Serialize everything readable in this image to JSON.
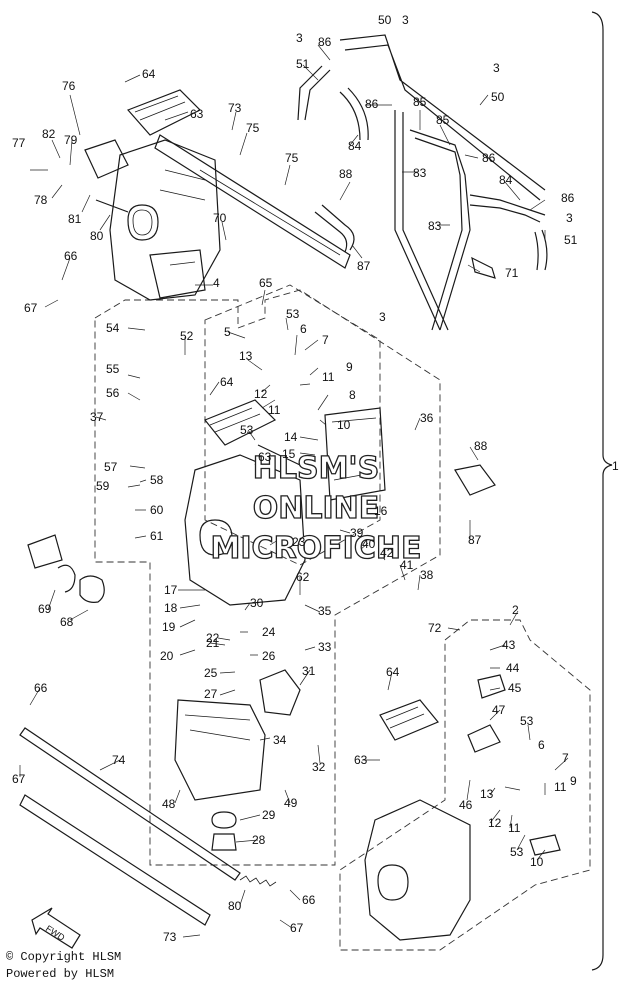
{
  "watermark": {
    "lines": [
      "HLSM'S",
      "ONLINE",
      "MICROFICHE"
    ]
  },
  "footer": {
    "copyright": "© Copyright HLSM",
    "powered": "Powered by HLSM"
  },
  "fwd_label": "FWD",
  "bracket_label": "1",
  "callouts": [
    {
      "id": "c64a",
      "text": "64"
    },
    {
      "id": "c76",
      "text": "76"
    },
    {
      "id": "c63a",
      "text": "63"
    },
    {
      "id": "c73a",
      "text": "73"
    },
    {
      "id": "c75a",
      "text": "75"
    },
    {
      "id": "c77",
      "text": "77"
    },
    {
      "id": "c82",
      "text": "82"
    },
    {
      "id": "c79",
      "text": "79"
    },
    {
      "id": "c78",
      "text": "78"
    },
    {
      "id": "c81",
      "text": "81"
    },
    {
      "id": "c80a",
      "text": "80"
    },
    {
      "id": "c70",
      "text": "70"
    },
    {
      "id": "c75b",
      "text": "75"
    },
    {
      "id": "c66a",
      "text": "66"
    },
    {
      "id": "c4",
      "text": "4"
    },
    {
      "id": "c67a",
      "text": "67"
    },
    {
      "id": "c65",
      "text": "65"
    },
    {
      "id": "c3a",
      "text": "3"
    },
    {
      "id": "c51a",
      "text": "51"
    },
    {
      "id": "c86a",
      "text": "86"
    },
    {
      "id": "c50a",
      "text": "50"
    },
    {
      "id": "c3b",
      "text": "3"
    },
    {
      "id": "c86b",
      "text": "86"
    },
    {
      "id": "c85a",
      "text": "85"
    },
    {
      "id": "c85b",
      "text": "85"
    },
    {
      "id": "c84a",
      "text": "84"
    },
    {
      "id": "c86c",
      "text": "86"
    },
    {
      "id": "c3c",
      "text": "3"
    },
    {
      "id": "c50b",
      "text": "50"
    },
    {
      "id": "c83a",
      "text": "83"
    },
    {
      "id": "c88a",
      "text": "88"
    },
    {
      "id": "c84b",
      "text": "84"
    },
    {
      "id": "c86d",
      "text": "86"
    },
    {
      "id": "c3d",
      "text": "3"
    },
    {
      "id": "c51b",
      "text": "51"
    },
    {
      "id": "c83b",
      "text": "83"
    },
    {
      "id": "c87a",
      "text": "87"
    },
    {
      "id": "c71",
      "text": "71"
    },
    {
      "id": "c54",
      "text": "54"
    },
    {
      "id": "c52",
      "text": "52"
    },
    {
      "id": "c5a",
      "text": "5"
    },
    {
      "id": "c53a",
      "text": "53"
    },
    {
      "id": "c6a",
      "text": "6"
    },
    {
      "id": "c3e",
      "text": "3"
    },
    {
      "id": "c7a",
      "text": "7"
    },
    {
      "id": "c13a",
      "text": "13"
    },
    {
      "id": "c55",
      "text": "55"
    },
    {
      "id": "c9a",
      "text": "9"
    },
    {
      "id": "c11a",
      "text": "11"
    },
    {
      "id": "c64b",
      "text": "64"
    },
    {
      "id": "c12a",
      "text": "12"
    },
    {
      "id": "c11b",
      "text": "11"
    },
    {
      "id": "c8",
      "text": "8"
    },
    {
      "id": "c56",
      "text": "56"
    },
    {
      "id": "c37",
      "text": "37"
    },
    {
      "id": "c53b",
      "text": "53"
    },
    {
      "id": "c10a",
      "text": "10"
    },
    {
      "id": "c36",
      "text": "36"
    },
    {
      "id": "c14",
      "text": "14"
    },
    {
      "id": "c15",
      "text": "15"
    },
    {
      "id": "c63b",
      "text": "63"
    },
    {
      "id": "c57",
      "text": "57"
    },
    {
      "id": "c58",
      "text": "58"
    },
    {
      "id": "c59",
      "text": "59"
    },
    {
      "id": "c60",
      "text": "60"
    },
    {
      "id": "c88b",
      "text": "88"
    },
    {
      "id": "c16",
      "text": "16"
    },
    {
      "id": "c61",
      "text": "61"
    },
    {
      "id": "c39",
      "text": "39"
    },
    {
      "id": "c23",
      "text": "23"
    },
    {
      "id": "c40",
      "text": "40"
    },
    {
      "id": "c42",
      "text": "42"
    },
    {
      "id": "c87b",
      "text": "87"
    },
    {
      "id": "c41",
      "text": "41"
    },
    {
      "id": "c38",
      "text": "38"
    },
    {
      "id": "c69",
      "text": "69"
    },
    {
      "id": "c68",
      "text": "68"
    },
    {
      "id": "c17",
      "text": "17"
    },
    {
      "id": "c62",
      "text": "62"
    },
    {
      "id": "c30",
      "text": "30"
    },
    {
      "id": "c35",
      "text": "35"
    },
    {
      "id": "c18",
      "text": "18"
    },
    {
      "id": "c22",
      "text": "22"
    },
    {
      "id": "c19",
      "text": "19"
    },
    {
      "id": "c24",
      "text": "24"
    },
    {
      "id": "c72",
      "text": "72"
    },
    {
      "id": "c2",
      "text": "2"
    },
    {
      "id": "c43",
      "text": "43"
    },
    {
      "id": "c33",
      "text": "33"
    },
    {
      "id": "c21",
      "text": "21"
    },
    {
      "id": "c20",
      "text": "20"
    },
    {
      "id": "c26",
      "text": "26"
    },
    {
      "id": "c44",
      "text": "44"
    },
    {
      "id": "c25",
      "text": "25"
    },
    {
      "id": "c31",
      "text": "31"
    },
    {
      "id": "c66b",
      "text": "66"
    },
    {
      "id": "c64c",
      "text": "64"
    },
    {
      "id": "c45",
      "text": "45"
    },
    {
      "id": "c27",
      "text": "27"
    },
    {
      "id": "c47",
      "text": "47"
    },
    {
      "id": "c34",
      "text": "34"
    },
    {
      "id": "c53c",
      "text": "53"
    },
    {
      "id": "c6b",
      "text": "6"
    },
    {
      "id": "c74",
      "text": "74"
    },
    {
      "id": "c32",
      "text": "32"
    },
    {
      "id": "c63c",
      "text": "63"
    },
    {
      "id": "c7b",
      "text": "7"
    },
    {
      "id": "c67b",
      "text": "67"
    },
    {
      "id": "c11c",
      "text": "11"
    },
    {
      "id": "c9b",
      "text": "9"
    },
    {
      "id": "c48",
      "text": "48"
    },
    {
      "id": "c49",
      "text": "49"
    },
    {
      "id": "c46",
      "text": "46"
    },
    {
      "id": "c13b",
      "text": "13"
    },
    {
      "id": "c29",
      "text": "29"
    },
    {
      "id": "c12b",
      "text": "12"
    },
    {
      "id": "c11d",
      "text": "11"
    },
    {
      "id": "c28",
      "text": "28"
    },
    {
      "id": "c53d",
      "text": "53"
    },
    {
      "id": "c10b",
      "text": "10"
    },
    {
      "id": "c80b",
      "text": "80"
    },
    {
      "id": "c66c",
      "text": "66"
    },
    {
      "id": "c67c",
      "text": "67"
    },
    {
      "id": "c73b",
      "text": "73"
    }
  ]
}
